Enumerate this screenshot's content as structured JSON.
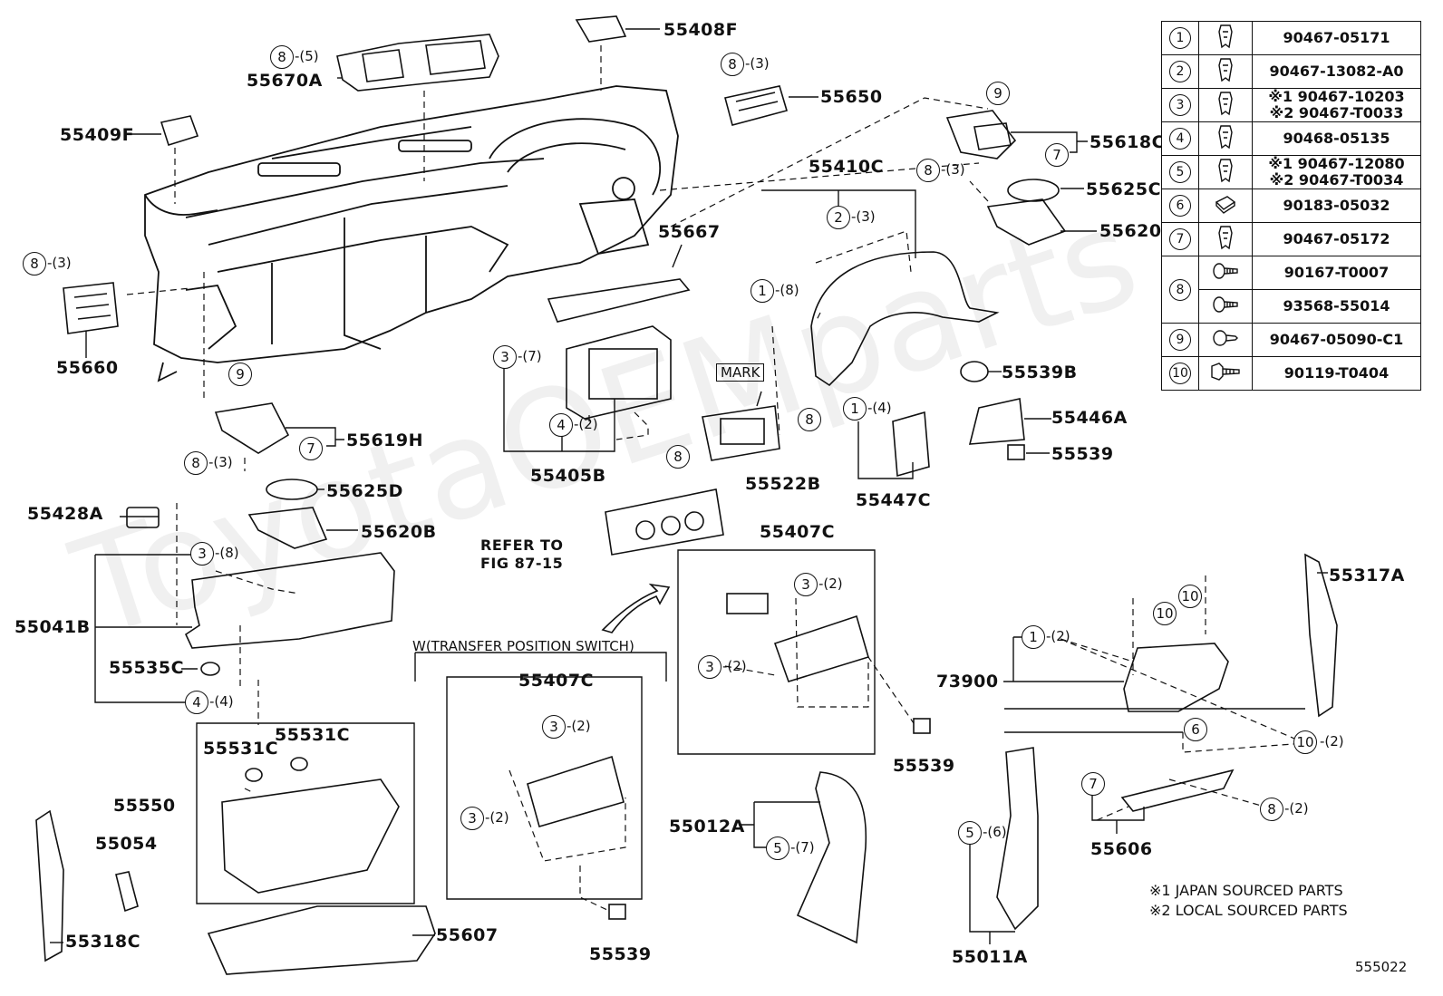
{
  "watermark": "ToyotaOEMparts",
  "diagram_id": "555022",
  "parts": {
    "p55408F": "55408F",
    "p55670A": "55670A",
    "p55650": "55650",
    "p55409F": "55409F",
    "p55618C": "55618C",
    "p55410C": "55410C",
    "p55625C": "55625C",
    "p55620": "55620",
    "p55667": "55667",
    "p55660": "55660",
    "p55539B": "55539B",
    "p55446A": "55446A",
    "p55539_r": "55539",
    "p55405B": "55405B",
    "p55522B": "55522B",
    "p55447C": "55447C",
    "p55619H": "55619H",
    "p55625D": "55625D",
    "p55428A": "55428A",
    "p55620B": "55620B",
    "p55407C_a": "55407C",
    "p55317A": "55317A",
    "p55041B": "55041B",
    "p73900": "73900",
    "p55535C": "55535C",
    "p55407C_b": "55407C",
    "p55539_m": "55539",
    "p55531C_a": "55531C",
    "p55531C_b": "55531C",
    "p55550": "55550",
    "p55012A": "55012A",
    "p55606": "55606",
    "p55054": "55054",
    "p55011A": "55011A",
    "p55318C": "55318C",
    "p55607": "55607",
    "p55539_b": "55539"
  },
  "callouts": {
    "c8_5": {
      "num": "8",
      "qty": "-(5)"
    },
    "c8_3a": {
      "num": "8",
      "qty": "-(3)"
    },
    "c9a": {
      "num": "9"
    },
    "c7a": {
      "num": "7"
    },
    "c8_3b": {
      "num": "8",
      "qty": "-(3)"
    },
    "c2_3": {
      "num": "2",
      "qty": "-(3)"
    },
    "c8_3c": {
      "num": "8",
      "qty": "-(3)"
    },
    "c1_8": {
      "num": "1",
      "qty": "-(8)"
    },
    "c3_7": {
      "num": "3",
      "qty": "-(7)"
    },
    "c4_2": {
      "num": "4",
      "qty": "-(2)"
    },
    "c8a": {
      "num": "8"
    },
    "c8b": {
      "num": "8"
    },
    "c1_4": {
      "num": "1",
      "qty": "-(4)"
    },
    "c9b": {
      "num": "9"
    },
    "c7b": {
      "num": "7"
    },
    "c8_3d": {
      "num": "8",
      "qty": "-(3)"
    },
    "c3_8": {
      "num": "3",
      "qty": "-(8)"
    },
    "c4_4": {
      "num": "4",
      "qty": "-(4)"
    },
    "c3_2a": {
      "num": "3",
      "qty": "-(2)"
    },
    "c3_2b": {
      "num": "3",
      "qty": "-(2)"
    },
    "c3_2c": {
      "num": "3",
      "qty": "-(2)"
    },
    "c3_2d": {
      "num": "3",
      "qty": "-(2)"
    },
    "c10a": {
      "num": "10"
    },
    "c10b": {
      "num": "10"
    },
    "c1_2": {
      "num": "1",
      "qty": "-(2)"
    },
    "c6": {
      "num": "6"
    },
    "c10_2": {
      "num": "10",
      "qty": "-(2)"
    },
    "c7c": {
      "num": "7"
    },
    "c8_2": {
      "num": "8",
      "qty": "-(2)"
    },
    "c5_7": {
      "num": "5",
      "qty": "-(7)"
    },
    "c5_6": {
      "num": "5",
      "qty": "-(6)"
    }
  },
  "notes_text": {
    "mark": "MARK",
    "refer": "REFER TO",
    "refer_fig": "FIG 87-15",
    "transfer": "W(TRANSFER POSITION SWITCH)",
    "note1": "※1  JAPAN SOURCED PARTS",
    "note2": "※2  LOCAL SOURCED PARTS"
  },
  "legend": [
    {
      "num": "1",
      "icon": "clip-icon",
      "parts": [
        "90467-05171"
      ]
    },
    {
      "num": "2",
      "icon": "clip-icon",
      "parts": [
        "90467-13082-A0"
      ]
    },
    {
      "num": "3",
      "icon": "clip-icon",
      "parts": [
        "※1 90467-10203",
        "※2 90467-T0033"
      ]
    },
    {
      "num": "4",
      "icon": "clip-icon",
      "parts": [
        "90468-05135"
      ]
    },
    {
      "num": "5",
      "icon": "clip-icon",
      "parts": [
        "※1 90467-12080",
        "※2 90467-T0034"
      ]
    },
    {
      "num": "6",
      "icon": "nut-icon",
      "parts": [
        "90183-05032"
      ]
    },
    {
      "num": "7",
      "icon": "clip-icon",
      "parts": [
        "90467-05172"
      ]
    },
    {
      "num": "8",
      "icon": "screw-icon",
      "parts": [
        "90167-T0007"
      ]
    },
    {
      "num": "8",
      "icon": "screw-icon",
      "parts": [
        "93568-55014"
      ]
    },
    {
      "num": "9",
      "icon": "pin-icon",
      "parts": [
        "90467-05090-C1"
      ]
    },
    {
      "num": "10",
      "icon": "bolt-icon",
      "parts": [
        "90119-T0404"
      ]
    }
  ]
}
